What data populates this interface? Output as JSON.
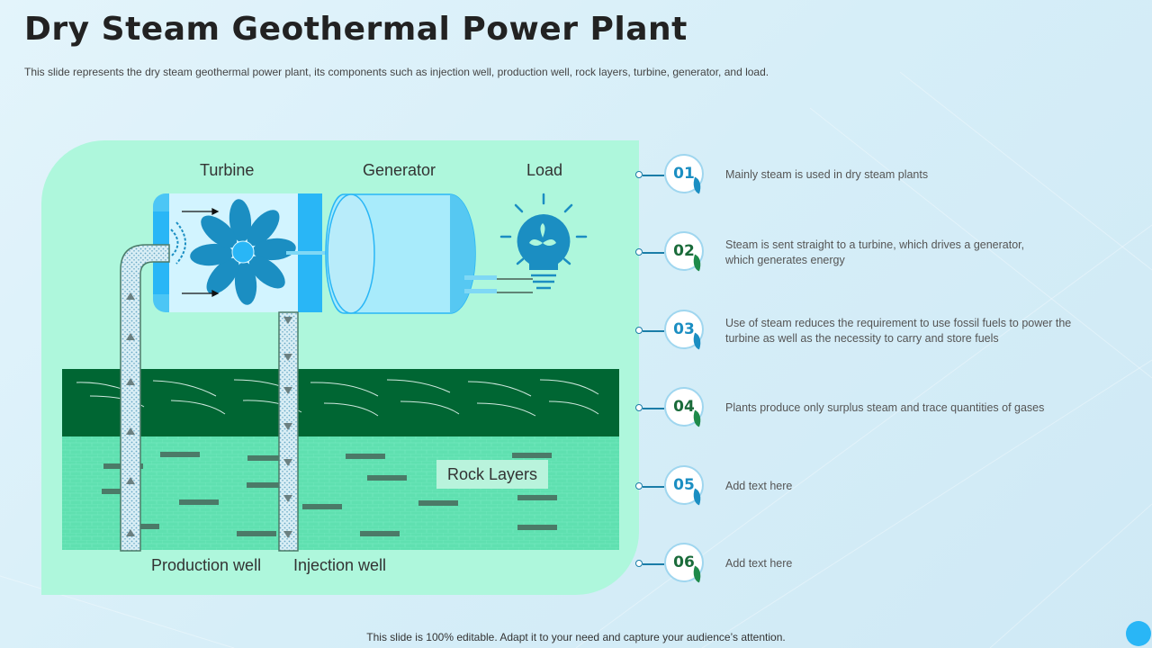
{
  "title": "Dry Steam Geothermal Power Plant",
  "subtitle": "This slide represents the dry steam geothermal power plant, its components such as injection well, production well, rock layers, turbine, generator, and load.",
  "footer": "This slide is 100% editable. Adapt it to your need and capture your audience’s attention.",
  "diagram": {
    "turbine_label": "Turbine",
    "generator_label": "Generator",
    "load_label": "Load",
    "rock_layers_label": "Rock Layers",
    "production_well_label": "Production well",
    "injection_well_label": "Injection well"
  },
  "steps": [
    {
      "number": "01",
      "text": "Mainly steam is used in dry steam plants"
    },
    {
      "number": "02",
      "text": "Steam is sent straight to a turbine, which drives  a generator, which generates energy"
    },
    {
      "number": "03",
      "text": "Use of steam reduces the requirement  to use fossil fuels to power the turbine as well as the necessity to carry and store fuels"
    },
    {
      "number": "04",
      "text": "Plants produce  only surplus steam and trace quantities of gases"
    },
    {
      "number": "05",
      "text": "Add text here"
    },
    {
      "number": "06",
      "text": "Add text here"
    }
  ],
  "colors": {
    "panel": "#aef7dc",
    "dark_ground": "#006633",
    "rock": "#5fe0b0",
    "turbine_blue": "#1b8ec2",
    "accent_green": "#1a6b3a"
  }
}
